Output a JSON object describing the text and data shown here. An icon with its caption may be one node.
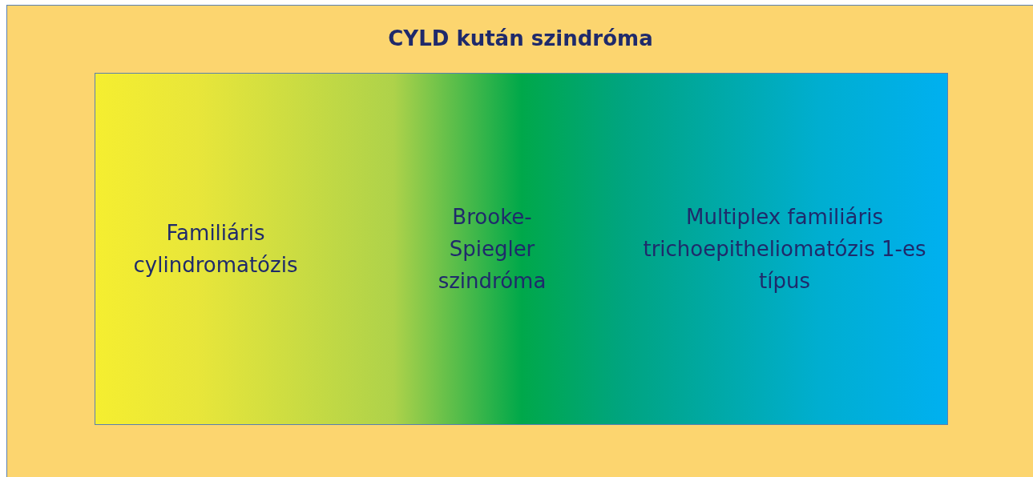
{
  "diagram": {
    "nodes": [
      {
        "text": [
          "CYLD kután szindróma"
        ]
      },
      {
        "text": [
          "Familiáris cylindromatózis",
          "Brooke-Spiegler szindróma",
          "Multiplex familiáris trichoepitheliomatózis 1-es típus"
        ],
        "in": 0
      }
    ],
    "edges": []
  }
}
